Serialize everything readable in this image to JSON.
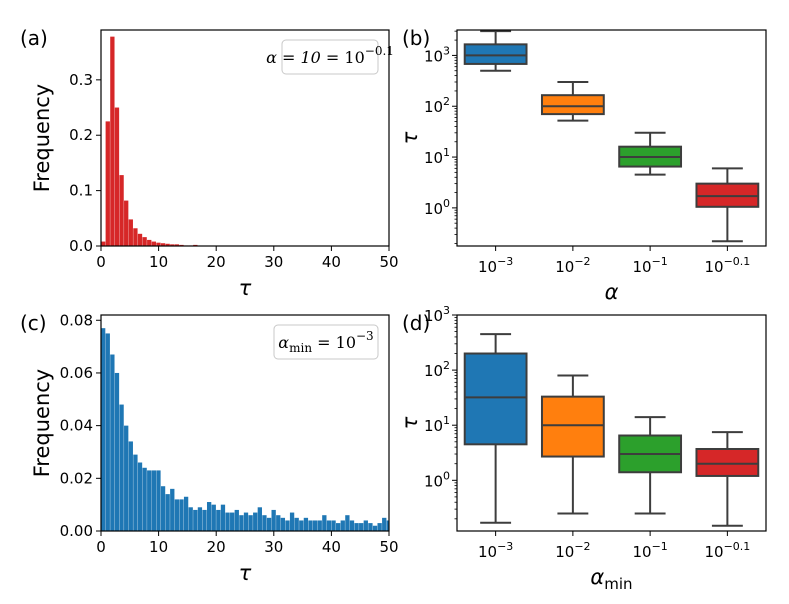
{
  "chart_data": [
    {
      "id": "a",
      "type": "bar",
      "panel_label": "(a)",
      "ylabel": "Frequency",
      "xlabel": "τ",
      "annotation": "α = 10",
      "annotation_exp": "−0.1",
      "xlim": [
        0,
        50
      ],
      "ylim": [
        0,
        0.39
      ],
      "xticks": [
        0,
        10,
        20,
        30,
        40,
        50
      ],
      "yticks": [
        0.0,
        0.1,
        0.2,
        0.3
      ],
      "ytick_labels": [
        "0.0",
        "0.1",
        "0.2",
        "0.3"
      ],
      "bin_width": 0.8,
      "color": "#d62728",
      "values": [
        0.008,
        0.225,
        0.378,
        0.25,
        0.128,
        0.082,
        0.048,
        0.032,
        0.022,
        0.016,
        0.011,
        0.008,
        0.006,
        0.005,
        0.004,
        0.003,
        0.003,
        0.002,
        0.001,
        0.001,
        0.002,
        0.0005
      ]
    },
    {
      "id": "b",
      "type": "box",
      "panel_label": "(b)",
      "ylabel": "τ",
      "xlabel": "α",
      "ylog": true,
      "ylim_exp": [
        -0.75,
        3.5
      ],
      "ytick_exps": [
        0,
        1,
        2,
        3
      ],
      "ytick_base": "10",
      "categories_base": "10",
      "categories_exp": [
        "−3",
        "−2",
        "−1",
        "−0.1"
      ],
      "boxes": [
        {
          "whislo": 500,
          "q1": 680,
          "med": 1000,
          "q3": 1650,
          "whishi": 3000,
          "color": "#1f77b4"
        },
        {
          "whislo": 52,
          "q1": 70,
          "med": 100,
          "q3": 165,
          "whishi": 300,
          "color": "#ff7f0e"
        },
        {
          "whislo": 4.5,
          "q1": 6.5,
          "med": 10,
          "q3": 16,
          "whishi": 30,
          "color": "#2ca02c"
        },
        {
          "whislo": 0.22,
          "q1": 1.05,
          "med": 1.7,
          "q3": 3.0,
          "whishi": 6,
          "color": "#d62728"
        }
      ]
    },
    {
      "id": "c",
      "type": "bar",
      "panel_label": "(c)",
      "ylabel": "Frequency",
      "xlabel": "τ",
      "annotation": "α",
      "annotation_sub": "min",
      "annotation_rest": " = 10",
      "annotation_exp": "−3",
      "xlim": [
        0,
        50
      ],
      "ylim": [
        0,
        0.082
      ],
      "xticks": [
        0,
        10,
        20,
        30,
        40,
        50
      ],
      "yticks": [
        0.0,
        0.02,
        0.04,
        0.06,
        0.08
      ],
      "ytick_labels": [
        "0.00",
        "0.02",
        "0.04",
        "0.06",
        "0.08"
      ],
      "bin_width": 0.8,
      "color": "#1f77b4",
      "values": [
        0.077,
        0.075,
        0.067,
        0.06,
        0.048,
        0.04,
        0.034,
        0.029,
        0.026,
        0.024,
        0.023,
        0.023,
        0.023,
        0.017,
        0.014,
        0.016,
        0.012,
        0.012,
        0.013,
        0.009,
        0.008,
        0.009,
        0.008,
        0.011,
        0.01,
        0.008,
        0.01,
        0.007,
        0.007,
        0.008,
        0.006,
        0.007,
        0.006,
        0.007,
        0.009,
        0.006,
        0.005,
        0.008,
        0.006,
        0.005,
        0.004,
        0.007,
        0.005,
        0.004,
        0.005,
        0.004,
        0.004,
        0.004,
        0.006,
        0.004,
        0.004,
        0.003,
        0.004,
        0.006,
        0.004,
        0.003,
        0.003,
        0.004,
        0.003,
        0.002,
        0.003,
        0.005,
        0.004,
        0.003,
        0.001,
        0.003,
        0.002,
        0.003,
        0.003,
        0.002,
        0.003,
        0.002,
        0.004,
        0.002,
        0.003,
        0.002,
        0.002,
        0.003,
        0.001,
        0.003,
        0.005,
        0.001,
        0.003,
        0.002,
        0.003,
        0.002,
        0.002,
        0.003,
        0.002,
        0.003,
        0.002,
        0.001,
        0.003,
        0.002,
        0.002,
        0.003,
        0.003,
        0.001,
        0.002,
        0.004,
        0.002,
        0.001,
        0.002,
        0.002,
        0.003,
        0.003,
        0.001,
        0.002,
        0.003,
        0.002,
        0.002,
        0.003,
        0.002,
        0.003,
        0.001,
        0.002,
        0.002,
        0.002,
        0.003,
        0.002,
        0.002,
        0.003,
        0.001,
        0.002,
        0.003,
        0.001,
        0.002,
        0.003,
        0.002,
        0.002,
        0.001,
        0.002,
        0.002,
        0.002,
        0.002,
        0.003,
        0.004,
        0.002,
        0.003
      ]
    },
    {
      "id": "d",
      "type": "box",
      "panel_label": "(d)",
      "ylabel": "τ",
      "xlabel": "α",
      "xlabel_sub": "min",
      "ylog": true,
      "ylim_exp": [
        -0.92,
        3.0
      ],
      "ytick_exps": [
        0,
        1,
        2,
        3
      ],
      "ytick_base": "10",
      "categories_base": "10",
      "categories_exp": [
        "−3",
        "−2",
        "−1",
        "−0.1"
      ],
      "boxes": [
        {
          "whislo": 0.17,
          "q1": 4.5,
          "med": 32,
          "q3": 200,
          "whishi": 450,
          "color": "#1f77b4"
        },
        {
          "whislo": 0.25,
          "q1": 2.7,
          "med": 10,
          "q3": 33,
          "whishi": 80,
          "color": "#ff7f0e"
        },
        {
          "whislo": 0.25,
          "q1": 1.4,
          "med": 3.0,
          "q3": 6.5,
          "whishi": 14,
          "color": "#2ca02c"
        },
        {
          "whislo": 0.15,
          "q1": 1.2,
          "med": 2.0,
          "q3": 3.7,
          "whishi": 7.5,
          "color": "#d62728"
        }
      ]
    }
  ]
}
